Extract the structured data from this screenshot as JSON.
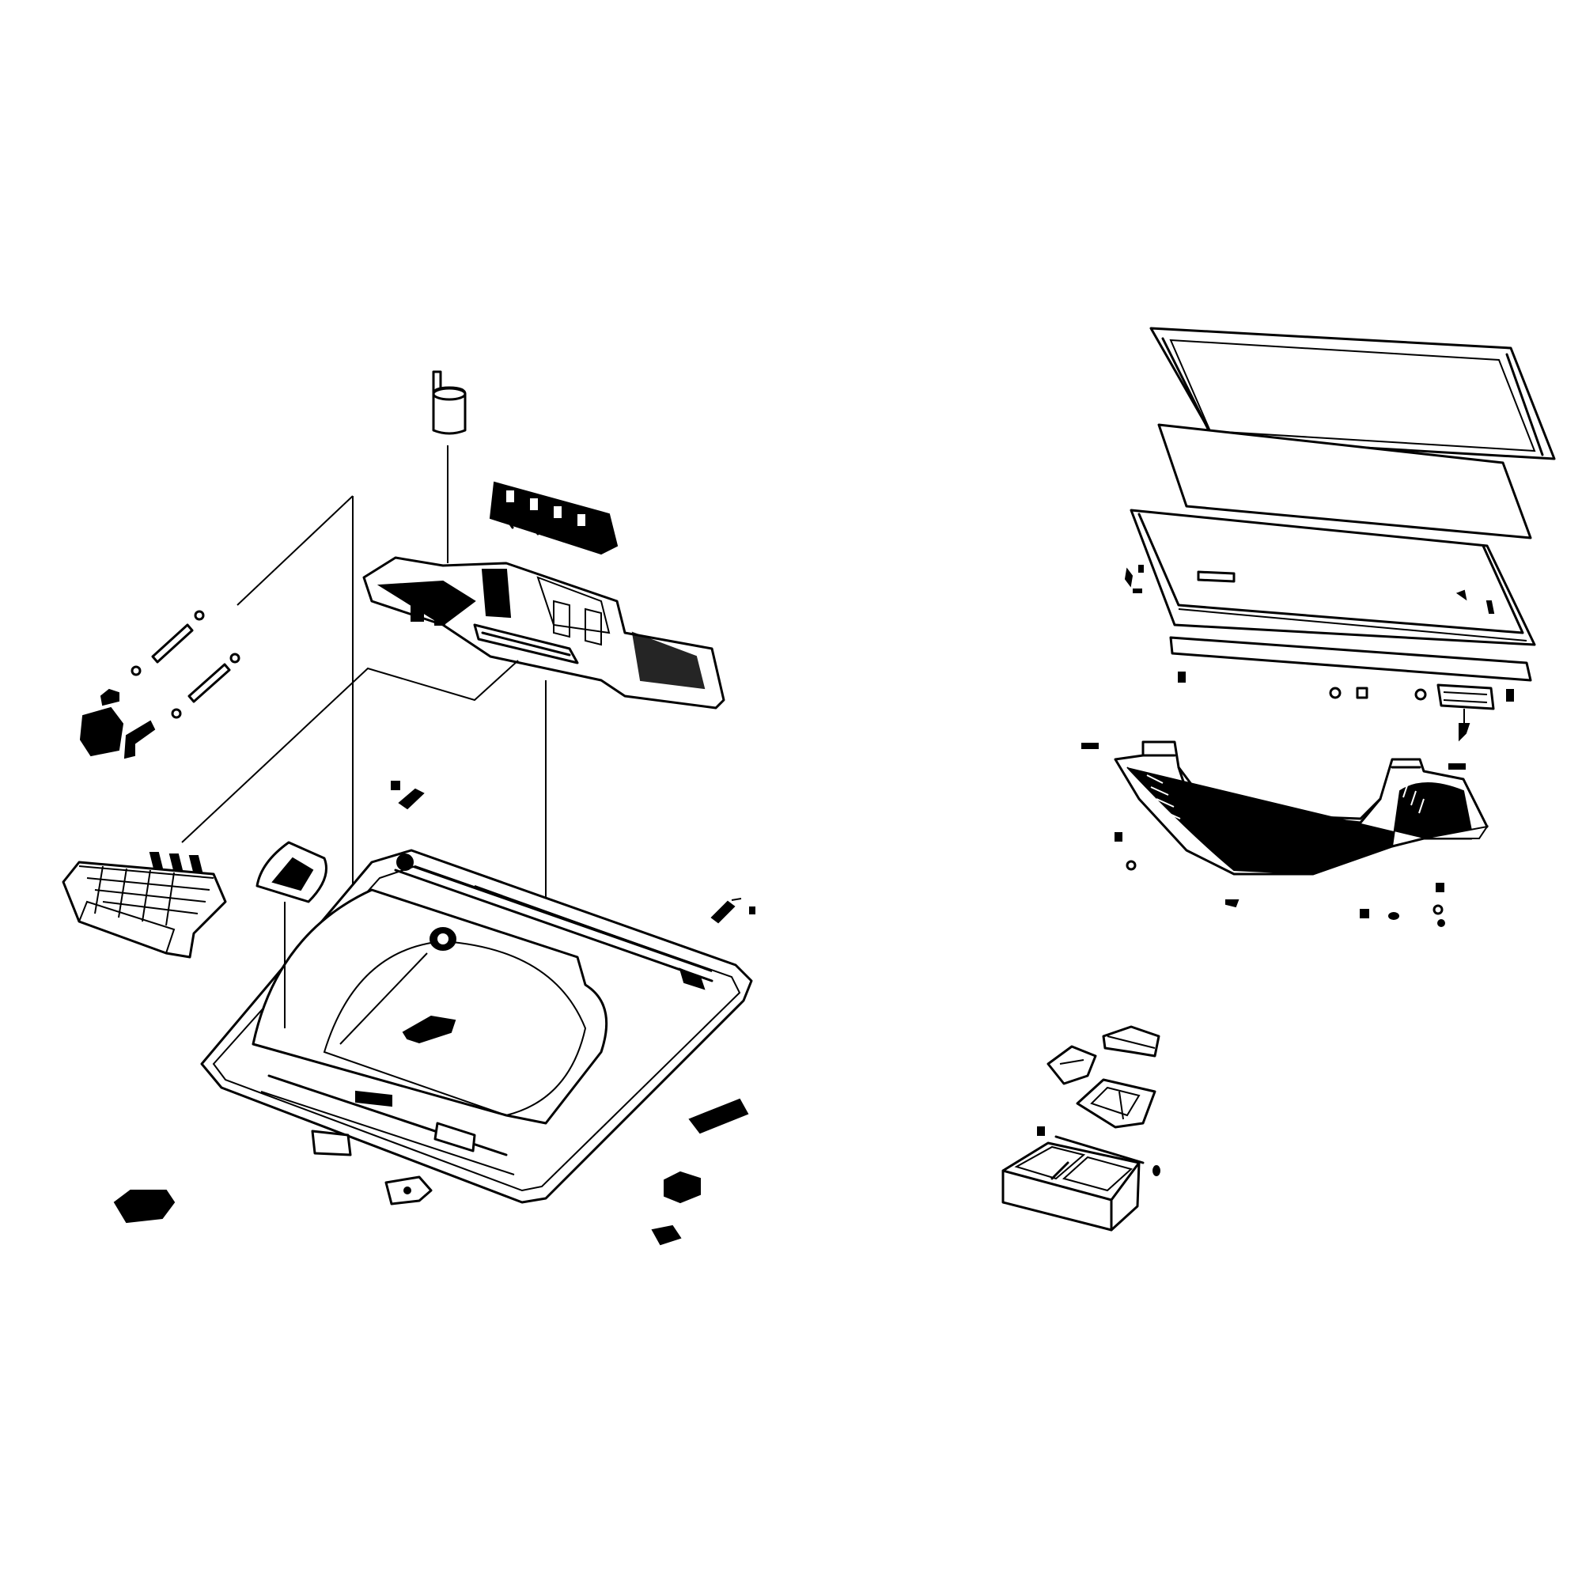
{
  "diagram": {
    "kind": "exploded parts diagram",
    "subject": "top-load washing machine top cover assembly",
    "background": "#ffffff",
    "line_color": "#000000",
    "has_text_labels": false,
    "groups": [
      {
        "id": "control-panel-group",
        "label": "Control panel assembly with knob, PCB, switches, hinge pins"
      },
      {
        "id": "top-cover-frame",
        "label": "Top cover frame with door opening"
      },
      {
        "id": "lid-group",
        "label": "Glass lid assembly (frame, glass pane, inner frame, trim strip)"
      },
      {
        "id": "lid-handle-group",
        "label": "Lid handle / rear trim"
      },
      {
        "id": "dispenser-group",
        "label": "Detergent dispenser drawer and covers"
      }
    ]
  }
}
